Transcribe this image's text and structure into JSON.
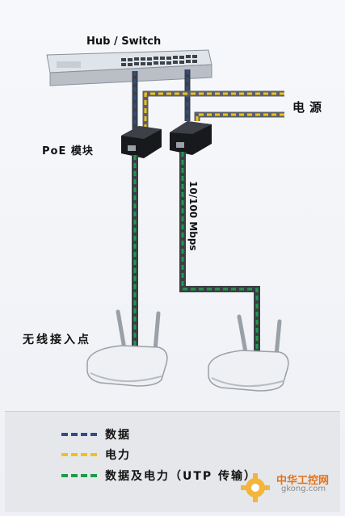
{
  "labels": {
    "hub": "Hub / Switch",
    "power": "电源",
    "poe": "PoE 模块",
    "speed": "10/100 Mbps",
    "ap": "无线接入点"
  },
  "legend": [
    {
      "color": "#2c4f8a",
      "text": "数据"
    },
    {
      "color": "#f0c21a",
      "text": "电力"
    },
    {
      "color": "#1f9a4a",
      "text": "数据及电力（UTP 传输）"
    }
  ],
  "watermark": {
    "title": "中华工控网",
    "url": "gkong.com"
  }
}
